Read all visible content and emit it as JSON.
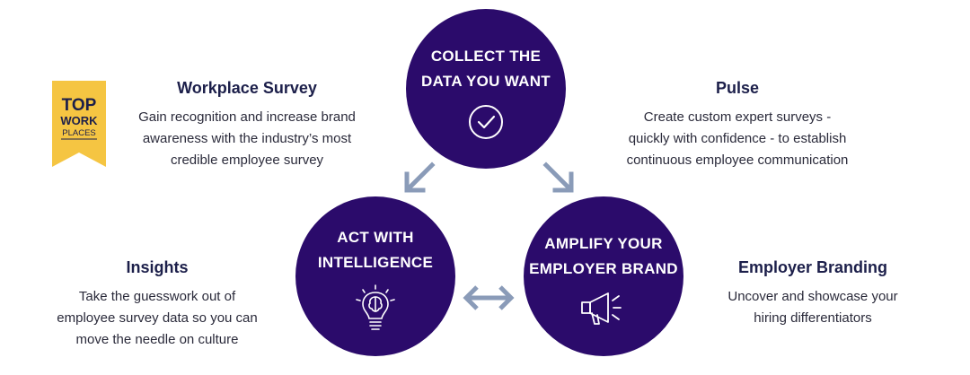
{
  "circles": {
    "collect": "COLLECT THE\nDATA YOU WANT",
    "act": "ACT WITH\nINTELLIGENCE",
    "amplify": "AMPLIFY YOUR\nEMPLOYER BRAND"
  },
  "badge": {
    "line1": "TOP",
    "line2": "WORK",
    "line3": "PLACES"
  },
  "blocks": {
    "workplace_survey": {
      "title": "Workplace Survey",
      "desc": "Gain recognition and increase brand\nawareness with the industry’s most\ncredible employee survey"
    },
    "pulse": {
      "title": "Pulse",
      "desc": "Create custom expert surveys -\nquickly with confidence - to establish\ncontinuous employee communication"
    },
    "insights": {
      "title": "Insights",
      "desc": "Take the guesswork out of\nemployee survey data so you can\nmove the needle on culture"
    },
    "employer_branding": {
      "title": "Employer Branding",
      "desc": "Uncover and showcase your\nhiring differentiators"
    }
  },
  "colors": {
    "circle": "#2b0b6b",
    "arrow": "#8a9bb8",
    "badge": "#f5c542",
    "title": "#1c1f4a"
  },
  "icons": [
    "check-circle-icon",
    "brain-bulb-icon",
    "megaphone-icon",
    "arrow-down-left-icon",
    "arrow-down-right-icon",
    "double-arrow-icon"
  ]
}
